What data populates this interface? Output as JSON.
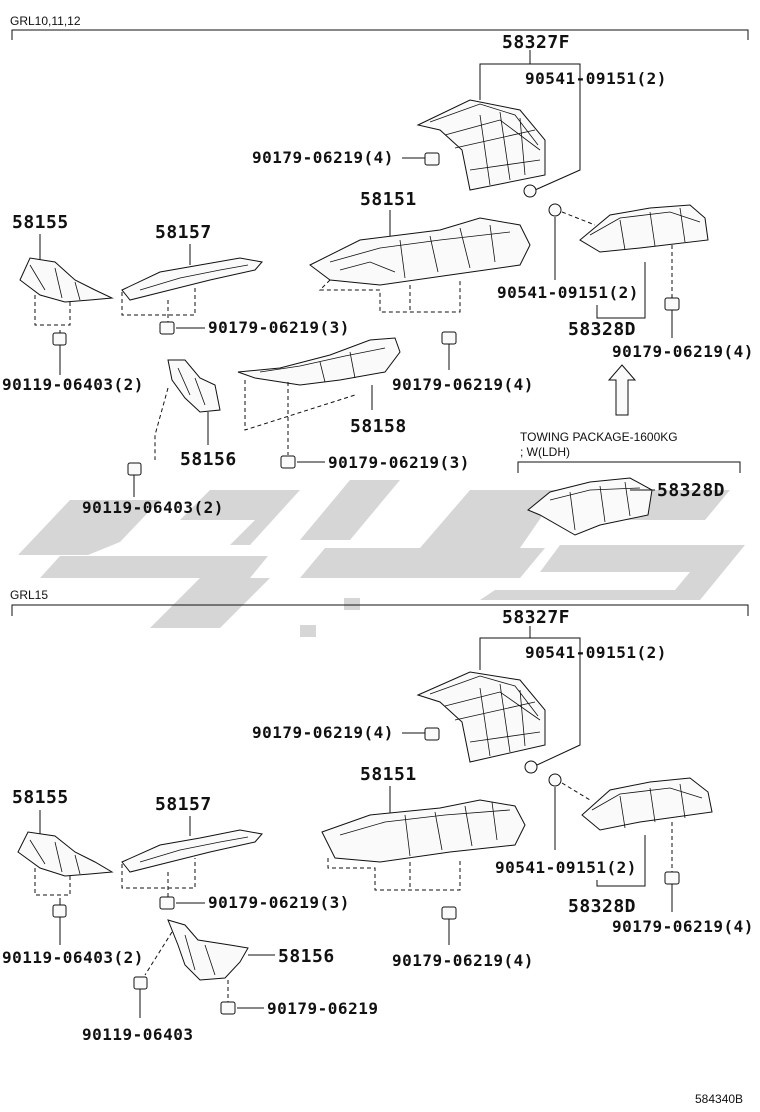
{
  "diagram_id": "584340B",
  "watermark_text": "",
  "sections": [
    {
      "heading": "GRL10,11,12",
      "callouts": {
        "p58327F": "58327F",
        "p90541_top": "90541-09151(2)",
        "p90179_top": "90179-06219(4)",
        "p58151": "58151",
        "p58155": "58155",
        "p58157": "58157",
        "p90541_mid": "90541-09151(2)",
        "p58328D": "58328D",
        "p90179_r": "90179-06219(4)",
        "p90179_57": "90179-06219(3)",
        "p90119_55": "90119-06403(2)",
        "p90179_51": "90179-06219(4)",
        "p58158": "58158",
        "p58156": "58156",
        "p90179_58": "90179-06219(3)",
        "p90119_56": "90119-06403(2)"
      },
      "towing": {
        "line1": "TOWING PACKAGE-1600KG",
        "line2": "; W(LDH)",
        "part": "58328D"
      }
    },
    {
      "heading": "GRL15",
      "callouts": {
        "p58327F": "58327F",
        "p90541_top": "90541-09151(2)",
        "p90179_top": "90179-06219(4)",
        "p58151": "58151",
        "p58155": "58155",
        "p58157": "58157",
        "p90541_mid": "90541-09151(2)",
        "p58328D": "58328D",
        "p90179_r": "90179-06219(4)",
        "p90179_57": "90179-06219(3)",
        "p90119_55": "90119-06403(2)",
        "p90179_51": "90179-06219(4)",
        "p58156": "58156",
        "p90179_56": "90179-06219",
        "p90119_56": "90119-06403"
      }
    }
  ]
}
